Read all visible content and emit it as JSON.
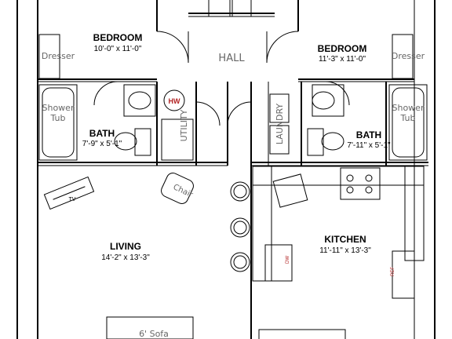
{
  "rooms": {
    "bedroom_left": {
      "name": "BEDROOM",
      "dims": "10'-0\" x 11'-0\""
    },
    "bedroom_right": {
      "name": "BEDROOM",
      "dims": "11'-3\" x 11'-0\""
    },
    "hall": {
      "name": "HALL"
    },
    "bath_left": {
      "name": "BATH",
      "dims": "7'-9\" x 5'-1\""
    },
    "bath_right": {
      "name": "BATH",
      "dims": "7'-11\" x 5'-1\""
    },
    "utility": {
      "name": "UTILITY"
    },
    "laundry": {
      "name": "LAUNDRY"
    },
    "living": {
      "name": "LIVING",
      "dims": "14'-2\" x 13'-3\""
    },
    "kitchen": {
      "name": "KITCHEN",
      "dims": "11'-11\" x 13'-3\""
    }
  },
  "fixtures": {
    "dresser_left": "Dresser",
    "dresser_right": "Dresser",
    "shower_tub_left": [
      "Shower",
      "Tub"
    ],
    "shower_tub_right": [
      "Shower",
      "Tub"
    ],
    "water_heater": "HW",
    "tv": "TV",
    "chair": "Chair",
    "sofa": "6' Sofa",
    "dishwasher": "DW",
    "refrigerator": "REF"
  },
  "colors": {
    "wall": "#000000",
    "hw_text": "#b22222"
  }
}
